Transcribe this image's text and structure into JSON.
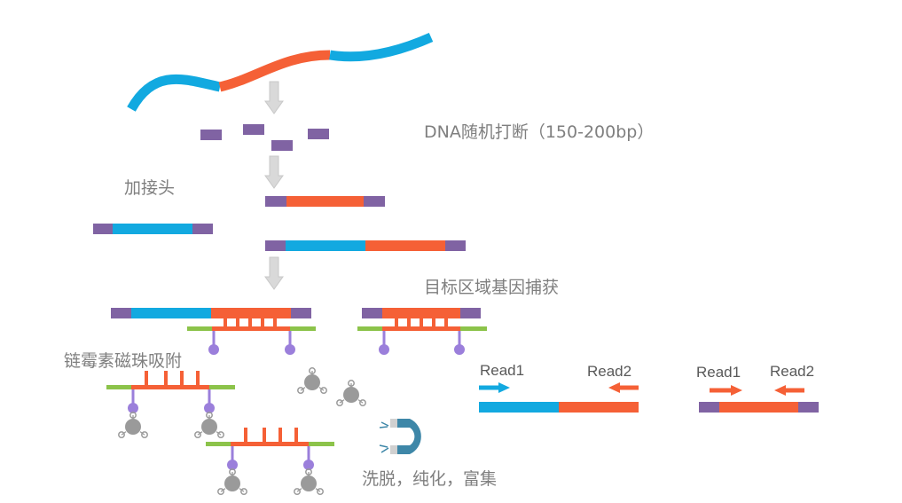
{
  "labels": {
    "fragmentation": "DNA随机打断（150-200bp）",
    "adapter": "加接头",
    "capture": "目标区域基因捕获",
    "streptavidin": "链霉素磁珠吸附",
    "elution": "洗脱，纯化，富集"
  },
  "reads": {
    "read1_left": "Read1",
    "read2_left": "Read2",
    "read1_right": "Read1",
    "read2_right": "Read2"
  },
  "colors": {
    "blue": "#12a9e0",
    "orange": "#f56036",
    "purple": "#8063a3",
    "green": "#8cc34a",
    "biotin": "#9b7fdb",
    "bead": "#9a9a9a",
    "arrow": "#d9d9d9",
    "text": "#7f7f7f"
  }
}
